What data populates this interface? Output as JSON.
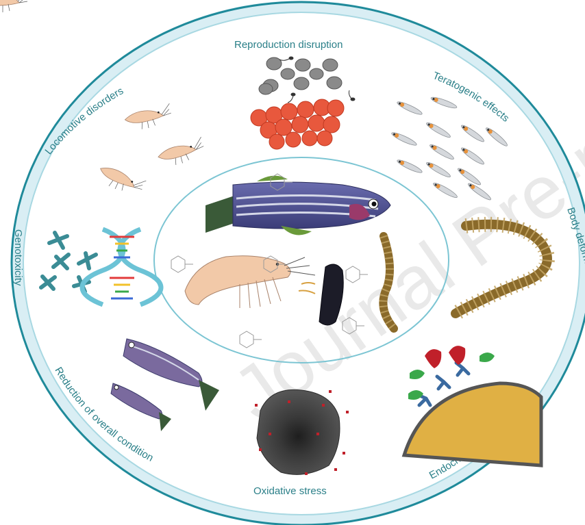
{
  "labels": {
    "reproduction": "Reproduction disruption",
    "teratogenic": "Teratogenic effects",
    "locomotive": "Locomotive disorders",
    "genotoxicity": "Genotoxicity",
    "body_deformations": "Body deformations",
    "endocrine": "Endocrine disruption",
    "oxidative": "Oxidative stress",
    "reduction": "Reduction of overall condition"
  },
  "watermark": "Journal Pre-proof",
  "colors": {
    "ring_dark": "#1f8a9a",
    "ring_light": "#d9eef4",
    "label_text": "#2a7f88",
    "egg_red": "#e8583d",
    "fish_body": "#4a4c8c",
    "shrimp": "#f2c9a8",
    "worm": "#8a6a2a",
    "mussel": "#1c1c28",
    "cell": "#3a3a3a",
    "membrane": "#e0b044",
    "receptor": "#3a6aa0",
    "hormone_green": "#3aa84a",
    "hormone_red": "#c0202a"
  },
  "icons": [
    "zebrafish-icon",
    "shrimp-icon",
    "mussel-icon",
    "polychaete-worm-icon",
    "dna-helix-icon",
    "chromosome-icon",
    "egg-cells-icon",
    "sperm-icon",
    "larva-icon",
    "cell-icon",
    "receptor-icon",
    "hormone-icon",
    "molecule-icon"
  ]
}
